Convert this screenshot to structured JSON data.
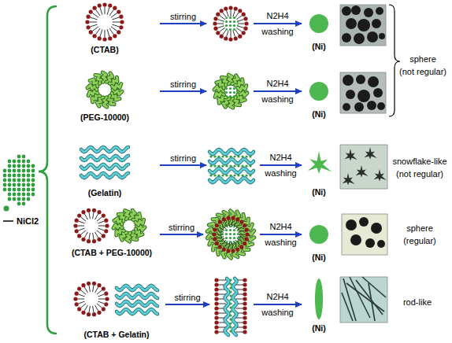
{
  "diagram": {
    "nodes": [
      {
        "text": [
          "(CTAB)"
        ]
      },
      {
        "text": [
          "(Ni)"
        ]
      },
      {
        "text": [
          "(PEG-10000)"
        ]
      },
      {
        "text": [
          "(Ni)"
        ]
      },
      {
        "text": [
          "(Gelatin)"
        ]
      },
      {
        "text": [
          "(Ni)"
        ]
      },
      {
        "text": [
          "(CTAB + PEG-10000)"
        ]
      },
      {
        "text": [
          "(Ni)"
        ]
      },
      {
        "text": [
          "(CTAB + Gelatin)"
        ]
      },
      {
        "text": [
          "(Ni)"
        ]
      }
    ],
    "labels": [
      "stirring",
      "N2H4",
      "washing",
      "stirring",
      "N2H4",
      "washing",
      "stirring",
      "N2H4",
      "washing",
      "stirring",
      "N2H4",
      "washing",
      "stirring",
      "N2H4",
      "washing",
      "sphere",
      "(not regular)",
      "snowflake-like",
      "(not regular)",
      "sphere",
      "(regular)",
      "rod-like"
    ],
    "legend": [
      {
        "text": "NiCl2",
        "color": "#2e9e3e"
      }
    ]
  }
}
